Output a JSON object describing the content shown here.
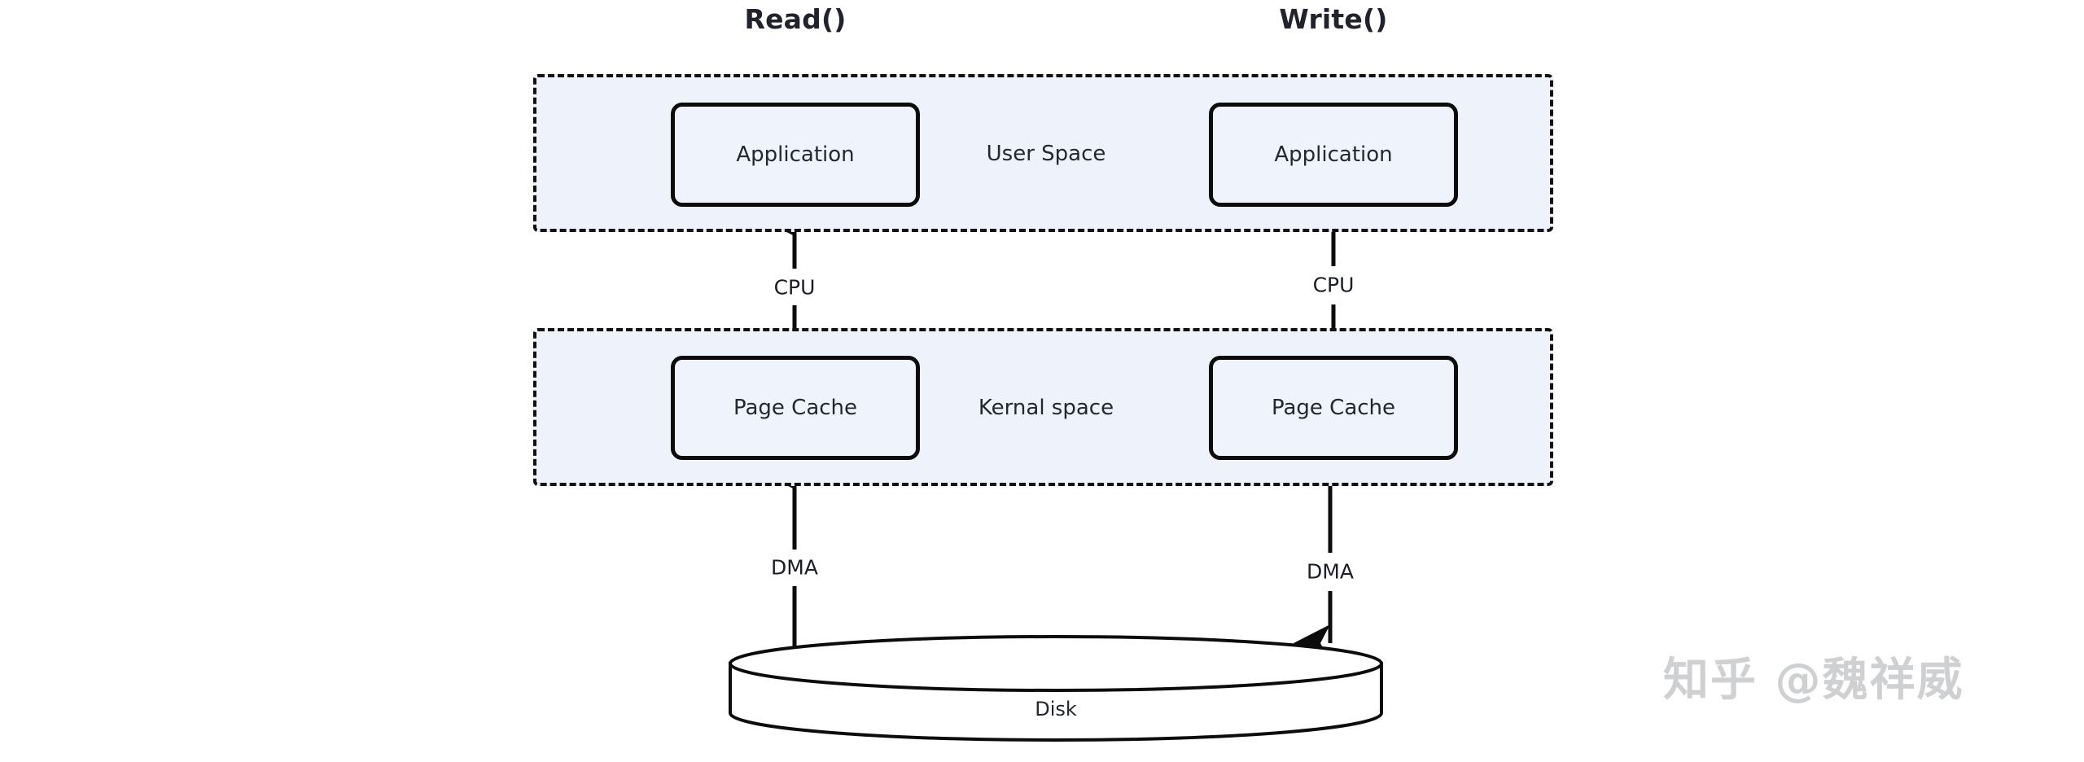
{
  "diagram": {
    "titles": {
      "read": "Read()",
      "write": "Write()"
    },
    "zones": [
      {
        "id": "user-space",
        "label": "User Space"
      },
      {
        "id": "kernal-space",
        "label": "Kernal space"
      }
    ],
    "nodes": {
      "app_read": "Application",
      "app_write": "Application",
      "cache_read": "Page Cache",
      "cache_write": "Page Cache",
      "disk": "Disk"
    },
    "edges": [
      {
        "id": "cpu-read",
        "label": "CPU",
        "from": "page-cache-read",
        "to": "application-read",
        "direction": "up"
      },
      {
        "id": "cpu-write",
        "label": "CPU",
        "from": "application-write",
        "to": "page-cache-write",
        "direction": "down"
      },
      {
        "id": "dma-read",
        "label": "DMA",
        "from": "disk",
        "to": "page-cache-read",
        "direction": "up"
      },
      {
        "id": "dma-write",
        "label": "DMA",
        "from": "page-cache-write",
        "to": "disk",
        "direction": "down"
      }
    ],
    "watermark": "知乎 @魏祥威",
    "colors": {
      "zone_fill": "#eef2fb",
      "node_fill": "#eff3fc",
      "stroke": "#0c0c0c",
      "text": "#232730",
      "title": "#20232c",
      "watermark": "#cfd0d2",
      "background": "#ffffff"
    }
  }
}
